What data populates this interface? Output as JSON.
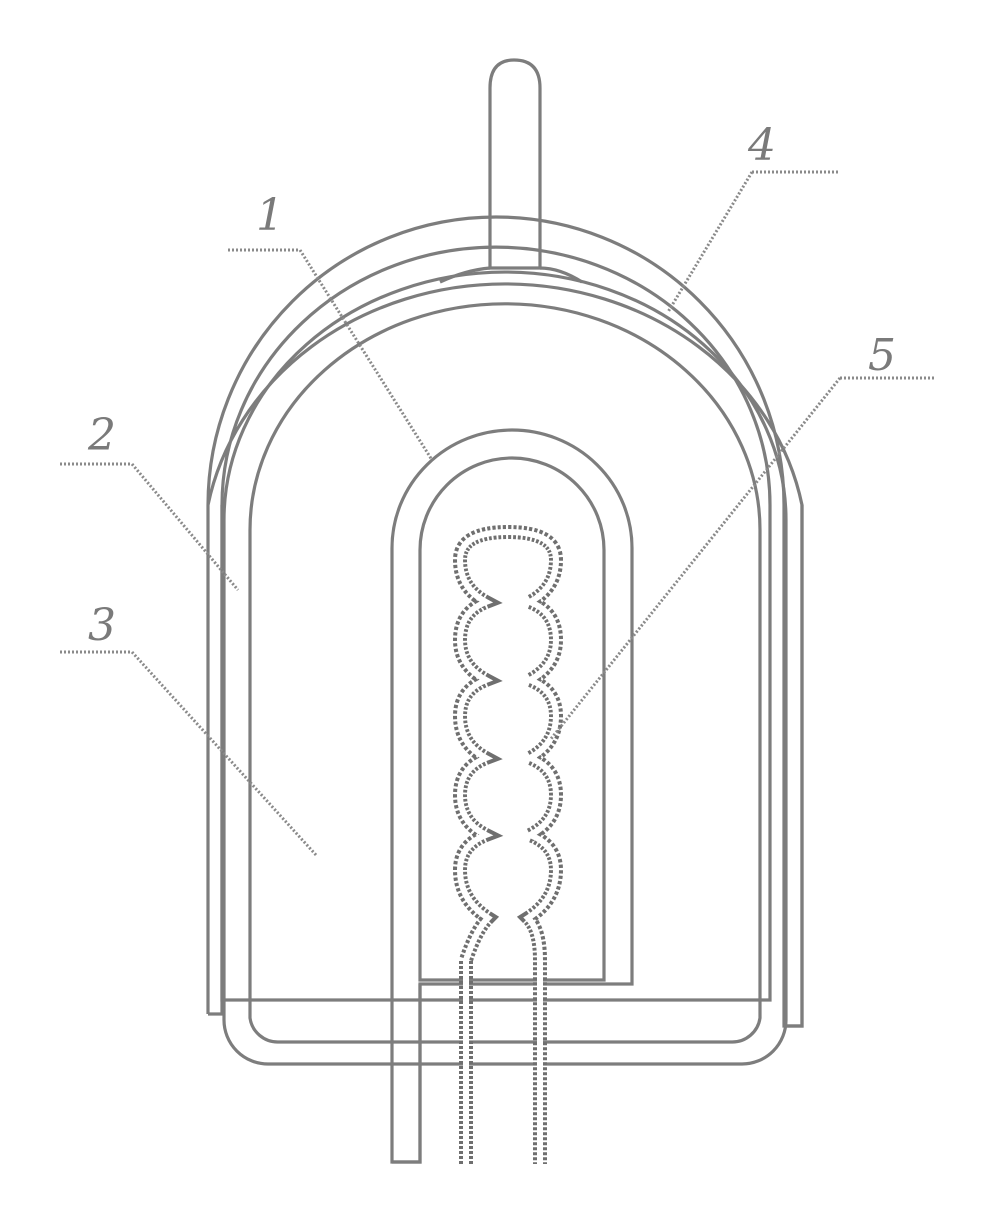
{
  "labels": {
    "l1": "1",
    "l2": "2",
    "l3": "3",
    "l4": "4",
    "l5": "5"
  },
  "colors": {
    "line": "#7d7d7d",
    "background": "#ffffff"
  }
}
